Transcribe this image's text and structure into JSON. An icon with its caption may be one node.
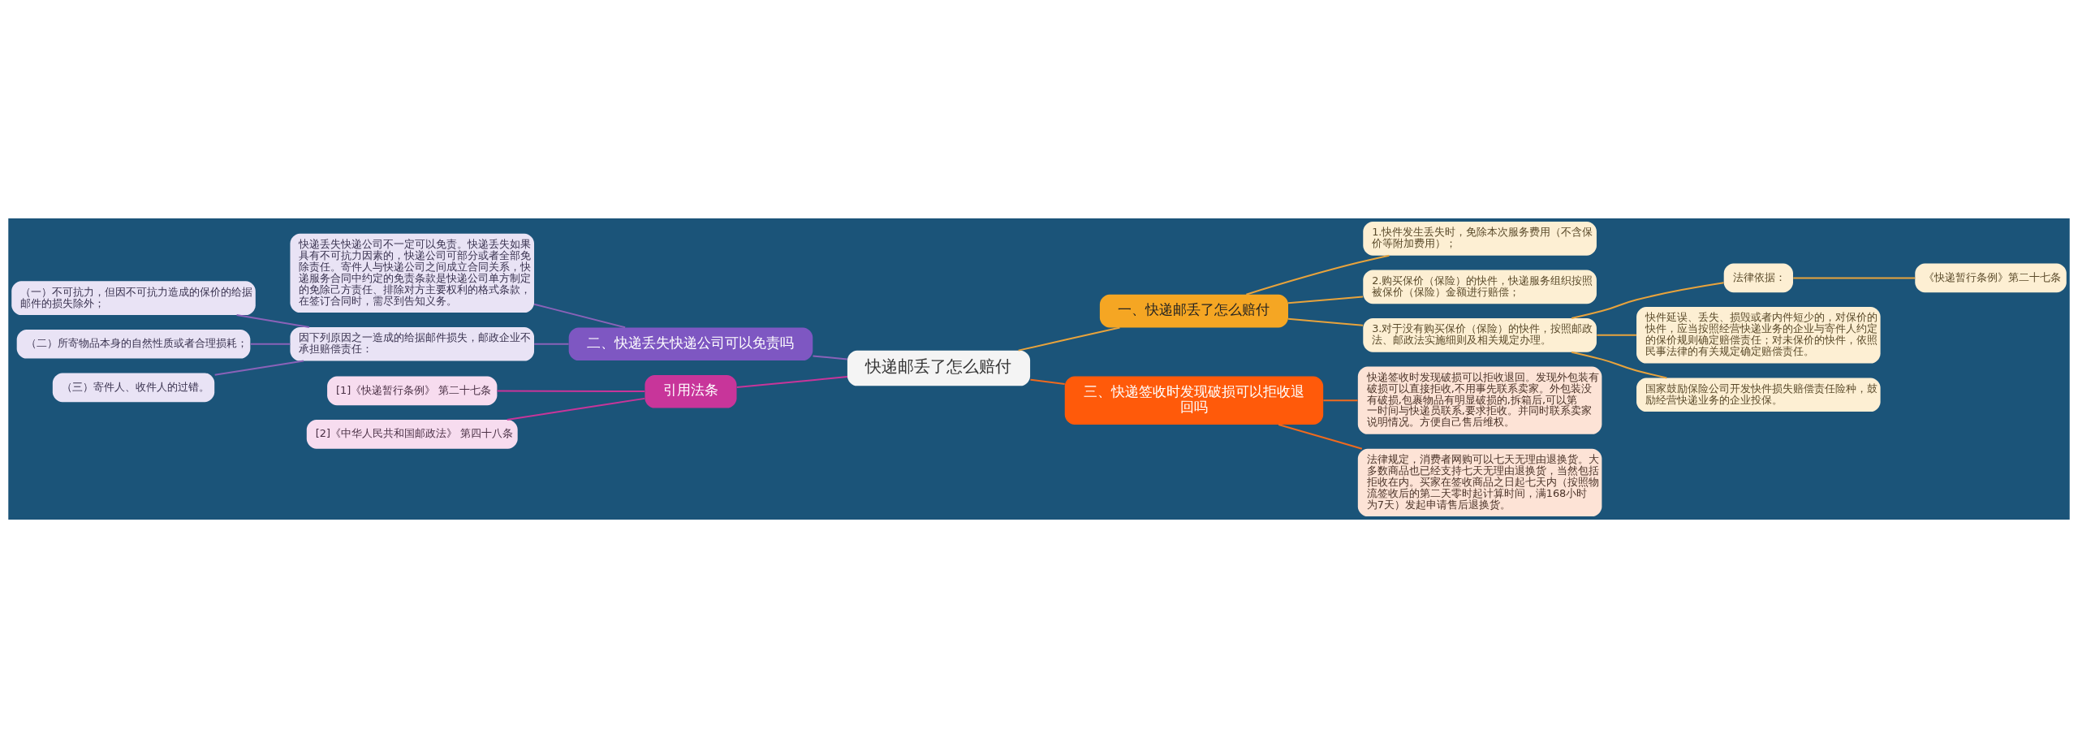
{
  "diagram": {
    "nodes": [
      {
        "text": [
          "快递邮丢了怎么赔付"
        ]
      },
      {
        "text": [
          "一、快递邮丢了怎么赔付"
        ]
      },
      {
        "text": [
          "1.快件发生丢失时，免除本次服务费用（不含保价等附加费用）；"
        ]
      },
      {
        "text": [
          "2.购买保价（保险）的快件，快递服务组织按照被保价（保险）金额进行赔偿；"
        ]
      },
      {
        "text": [
          "3.对于没有购买保价（保险）的快件，按照邮政法、邮政法实施细则及相关规定办理。"
        ]
      },
      {
        "text": [
          "法律依据："
        ]
      },
      {
        "text": [
          "《快递暂行条例》第二十七条"
        ]
      },
      {
        "text": [
          "快件延误、丢失、损毁或者内件短少的，对保价的快件，应当按照经营快递业务的企业与寄件人约定的保价规则确定赔偿责任；对未保价的快件，依照民事法律的有关规定确定赔偿责任。"
        ]
      },
      {
        "text": [
          "国家鼓励保险公司开发快件损失赔偿责任险种，鼓励经营快递业务的企业投保。"
        ]
      },
      {
        "text": [
          "二、快递丢失快递公司可以免责吗"
        ]
      },
      {
        "text": [
          "快递丢失快递公司不一定可以免责。快递丢失如果具有不可抗力因素的，快递公司可部分或者全部免除责任。寄件人与快递公司之间成立合同关系，快递服务合同中约定的免责条款是快递公司单方制定的免除己方责任、排除对方主要权利的格式条款，在签订合同时，需尽到告知义务。"
        ]
      },
      {
        "text": [
          "因下列原因之一造成的给据邮件损失，邮政企业不承担赔偿责任："
        ]
      },
      {
        "text": [
          "（一）不可抗力，但因不可抗力造成的保价的给据邮件的损失除外；"
        ]
      },
      {
        "text": [
          "（二）所寄物品本身的自然性质或者合理损耗；"
        ]
      },
      {
        "text": [
          "（三）寄件人、收件人的过错。"
        ]
      },
      {
        "text": [
          "引用法条"
        ]
      },
      {
        "text": [
          "[1]《快递暂行条例》 第二十七条"
        ]
      },
      {
        "text": [
          "[2]《中华人民共和国邮政法》 第四十八条"
        ]
      },
      {
        "text": [
          "三、快递签收时发现破损可以拒收退回吗"
        ]
      },
      {
        "text": [
          "快递签收时发现破损可以拒收退回。发现外包装有破损可以直接拒收,不用事先联系卖家。外包装没有破损,包裹物品有明显破损的,拆箱后,可以第一时间与快递员联系,要求拒收。并同时联系卖家说明情况。方便自己售后维权。"
        ]
      },
      {
        "text": [
          "法律规定，消费者网购可以七天无理由退换货。大多数商品也已经支持七天无理由退换货，当然包括拒收在内。买家在签收商品之日起七天内（按照物流签收后的第二天零时起计算时间，满168小时为7天）发起申请售后退换货。"
        ]
      }
    ],
    "edges": [
      {
        "from": 0,
        "to": 1,
        "arrow": "none"
      },
      {
        "from": 1,
        "to": 2,
        "arrow": "none"
      },
      {
        "from": 1,
        "to": 3,
        "arrow": "none"
      },
      {
        "from": 1,
        "to": 4,
        "arrow": "none"
      },
      {
        "from": 4,
        "to": 5,
        "arrow": "none"
      },
      {
        "from": 5,
        "to": 6,
        "arrow": "none"
      },
      {
        "from": 4,
        "to": 7,
        "arrow": "none"
      },
      {
        "from": 4,
        "to": 8,
        "arrow": "none"
      },
      {
        "from": 0,
        "to": 9,
        "arrow": "none",
        "color": "#8a62b8"
      },
      {
        "from": 9,
        "to": 10,
        "arrow": "none",
        "color": "#8a62b8"
      },
      {
        "from": 9,
        "to": 11,
        "arrow": "none",
        "color": "#8a62b8"
      },
      {
        "from": 11,
        "to": 12,
        "arrow": "none",
        "color": "#8a62b8"
      },
      {
        "from": 11,
        "to": 13,
        "arrow": "none",
        "color": "#8a62b8"
      },
      {
        "from": 11,
        "to": 14,
        "arrow": "none",
        "color": "#8a62b8"
      },
      {
        "from": 0,
        "to": 15,
        "arrow": "none",
        "color": "#c8359a"
      },
      {
        "from": 15,
        "to": 16,
        "arrow": "none",
        "color": "#c8359a"
      },
      {
        "from": 15,
        "to": 17,
        "arrow": "none",
        "color": "#c8359a"
      },
      {
        "from": 0,
        "to": 18,
        "arrow": "none",
        "color": "#f06a1e"
      },
      {
        "from": 18,
        "to": 19,
        "arrow": "none",
        "color": "#f06a1e"
      },
      {
        "from": 18,
        "to": 20,
        "arrow": "none",
        "color": "#f06a1e"
      }
    ]
  }
}
